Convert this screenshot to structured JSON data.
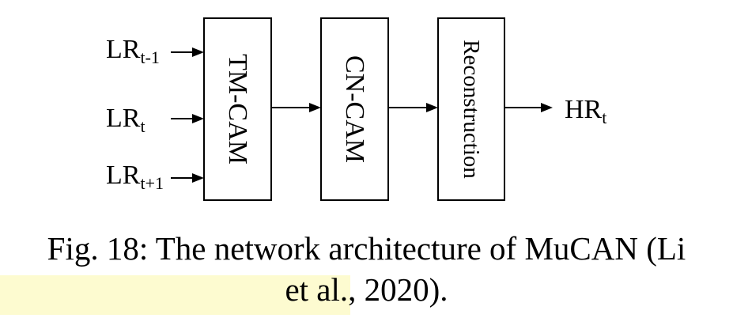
{
  "diagram": {
    "inputs": [
      {
        "base": "LR",
        "sub": "t-1"
      },
      {
        "base": "LR",
        "sub": "t"
      },
      {
        "base": "LR",
        "sub": "t+1"
      }
    ],
    "modules": [
      "TM-CAM",
      "CN-CAM",
      "Reconstruction"
    ],
    "output": {
      "base": "HR",
      "sub": "t"
    }
  },
  "caption": {
    "line1": "Fig. 18: The network architecture of MuCAN (Li",
    "line2_link": "et al.",
    "line2_rest": ", 2020)."
  },
  "colors": {
    "highlight": "#fdfbd0",
    "ink": "#000000"
  }
}
